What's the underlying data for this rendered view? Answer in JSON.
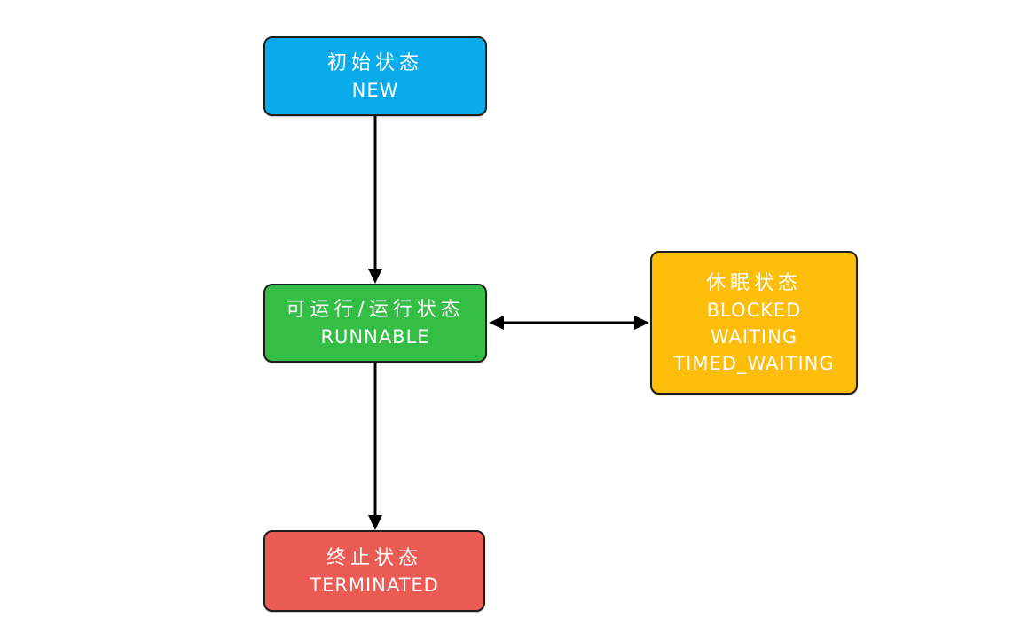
{
  "diagram": {
    "type": "state-diagram",
    "background": "#ffffff",
    "colors": {
      "new": "#0aabec",
      "runnable": "#35be45",
      "sleeping": "#fdbe0b",
      "terminated": "#ea5b53",
      "border": "#1d1d1b",
      "arrow": "#000000",
      "text": "#ffffff"
    },
    "nodes": {
      "new": {
        "label_zh": "初始状态",
        "label_en": "NEW"
      },
      "runnable": {
        "label_zh": "可运行/运行状态",
        "label_en": "RUNNABLE"
      },
      "sleeping": {
        "label_zh": "休眠状态",
        "lines": [
          "BLOCKED",
          "WAITING",
          "TIMED_WAITING"
        ]
      },
      "terminated": {
        "label_zh": "终止状态",
        "label_en": "TERMINATED"
      }
    },
    "edges": [
      {
        "from": "NEW",
        "to": "RUNNABLE",
        "direction": "one-way-down"
      },
      {
        "from": "RUNNABLE",
        "to": "BLOCKED/WAITING/TIMED_WAITING",
        "direction": "two-way-horizontal"
      },
      {
        "from": "RUNNABLE",
        "to": "TERMINATED",
        "direction": "one-way-down"
      }
    ]
  }
}
